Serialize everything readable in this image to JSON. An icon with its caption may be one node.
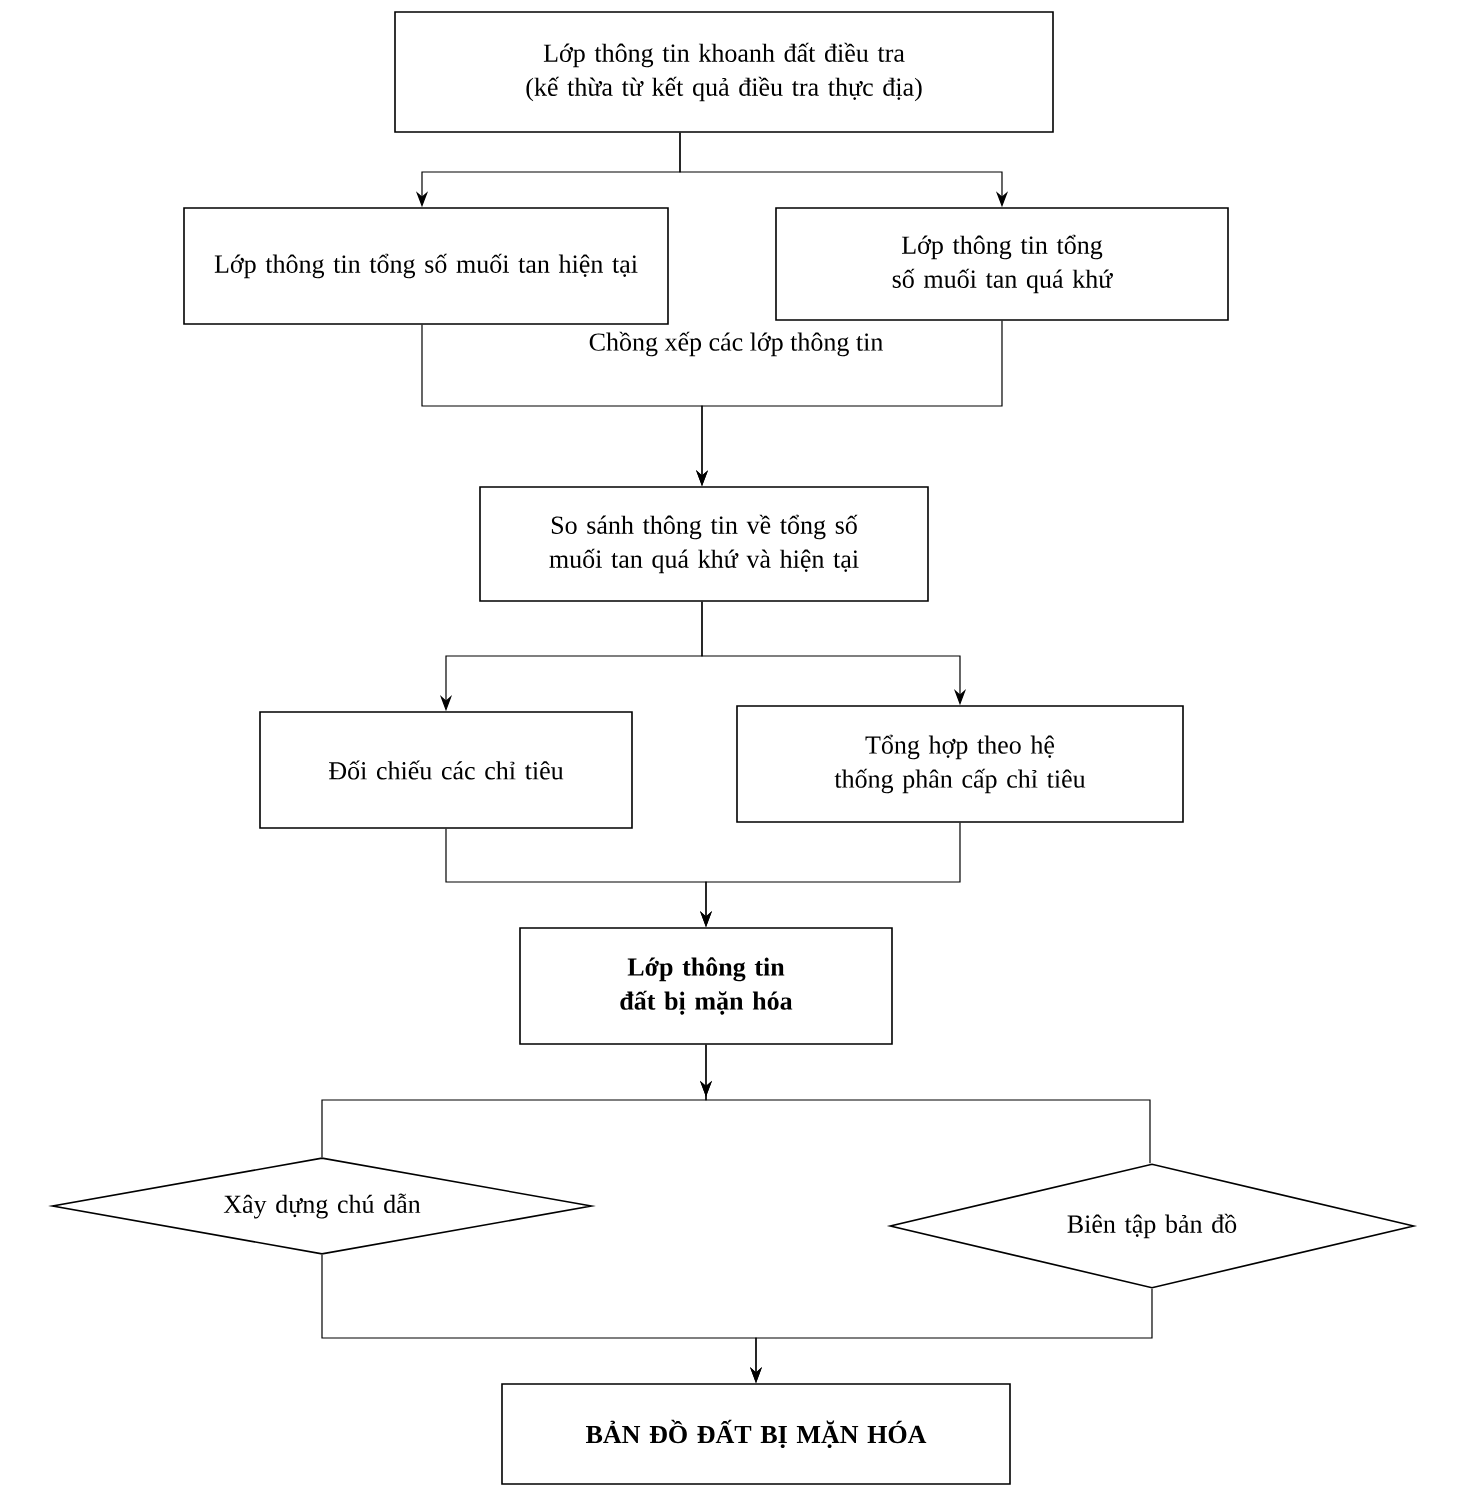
{
  "diagram": {
    "nodes": [
      {
        "text": [
          "Lớp thông tin khoanh đất điều tra (kế thừa từ kết quả điều tra thực địa)"
        ]
      },
      {
        "text": [
          "Lớp thông tin tổng số muối tan hiện tại"
        ]
      },
      {
        "text": [
          "Lớp thông tin tổng số muối tan quá khứ"
        ]
      },
      {
        "text": [
          "So sánh thông tin về tổng số muối tan quá khứ và hiện tại"
        ]
      },
      {
        "text": [
          "Đối chiếu các chỉ tiêu"
        ]
      },
      {
        "text": [
          "Tổng hợp theo hệ thống phân cấp chỉ tiêu"
        ]
      },
      {
        "text": [
          "Lớp thông tin đất bị mặn hóa"
        ]
      },
      {
        "text": [
          "Xây dựng chú dẫn"
        ]
      },
      {
        "text": [
          "Biên tập bản đồ"
        ]
      },
      {
        "text": [
          "BẢN ĐỒ ĐẤT BỊ MẶN HÓA"
        ]
      }
    ],
    "edges": [
      {
        "from": 0,
        "to": 1,
        "arrow": "to"
      },
      {
        "from": 0,
        "to": 2,
        "arrow": "to"
      },
      {
        "from": 1,
        "to": 3,
        "arrow": "to"
      },
      {
        "from": 2,
        "to": 3,
        "arrow": "to"
      },
      {
        "from": 3,
        "to": 4,
        "arrow": "to"
      },
      {
        "from": 3,
        "to": 5,
        "arrow": "to"
      },
      {
        "from": 4,
        "to": 6,
        "arrow": "to"
      },
      {
        "from": 5,
        "to": 6,
        "arrow": "to"
      },
      {
        "from": 6,
        "to": 7,
        "arrow": "to"
      },
      {
        "from": 6,
        "to": 8,
        "arrow": "to"
      },
      {
        "from": 7,
        "to": 9,
        "arrow": "to"
      },
      {
        "from": 8,
        "to": 9,
        "arrow": "to"
      }
    ],
    "labels": [
      "Chồng xếp các lớp thông tin"
    ]
  }
}
